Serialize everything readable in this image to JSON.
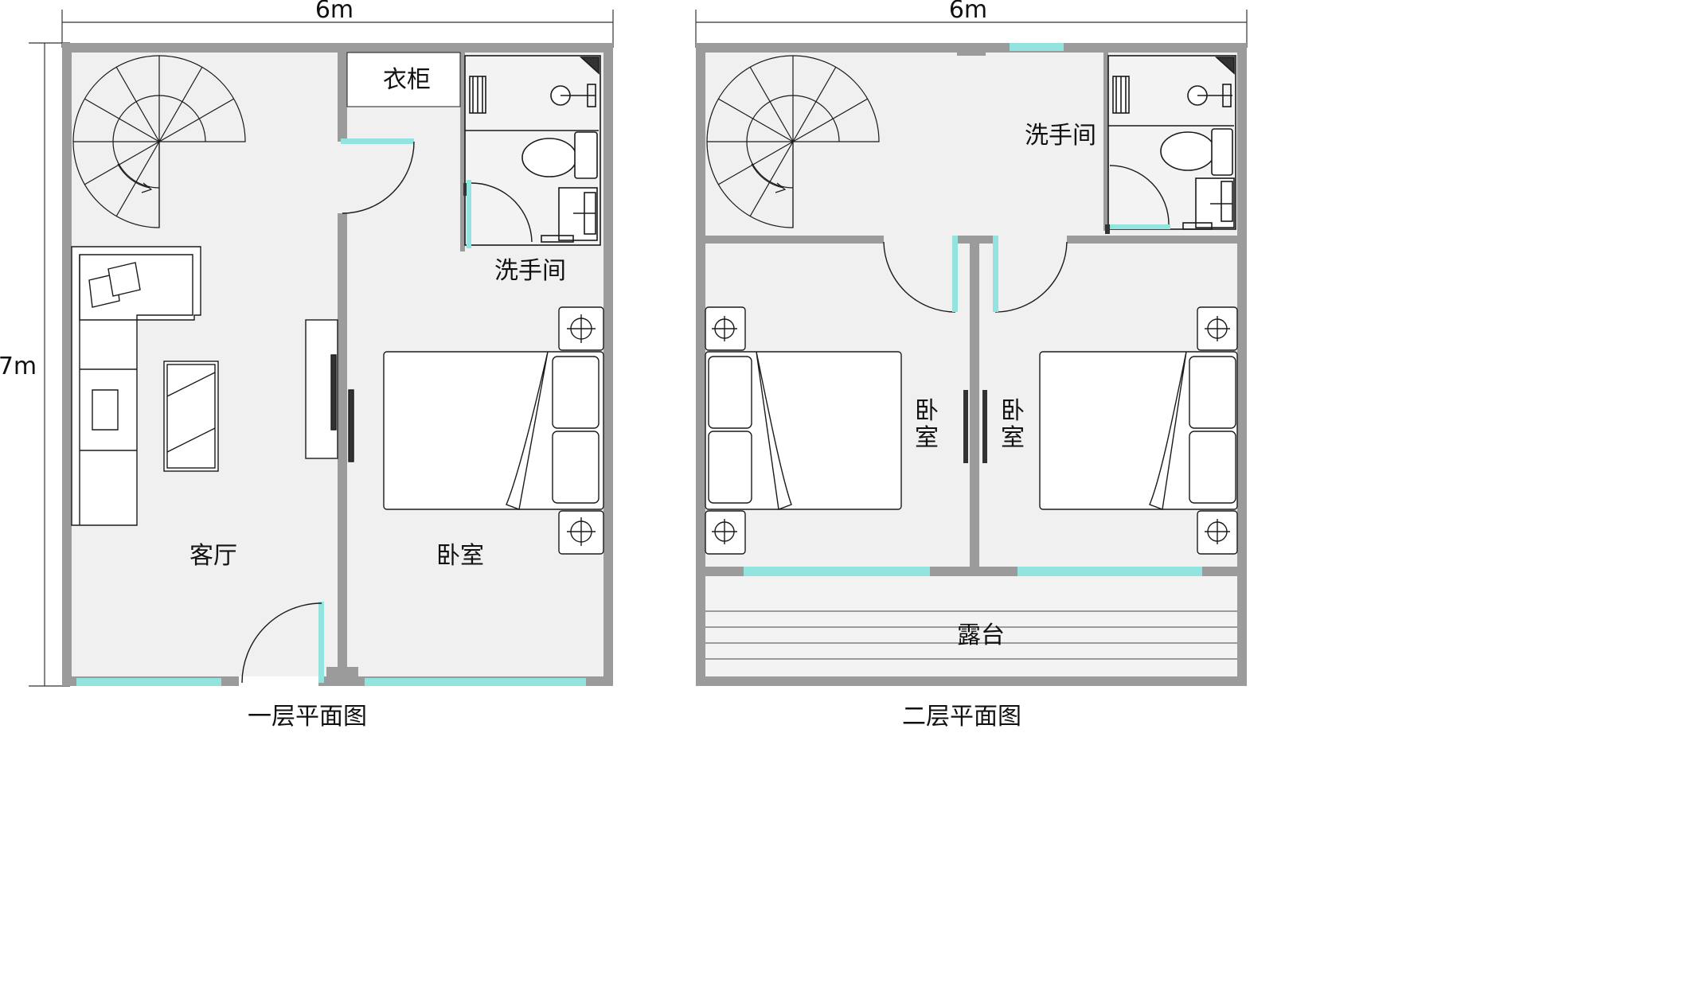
{
  "colors": {
    "wall": "#9b9b9b",
    "floor": "#f0f0f0",
    "window": "#93e4df",
    "line": "#1a1a1a"
  },
  "floor1": {
    "width_label": "6m",
    "height_label": "7m",
    "caption": "一层平面图",
    "rooms": {
      "wardrobe": "衣柜",
      "bathroom": "洗手间",
      "living": "客厅",
      "bedroom": "卧室"
    }
  },
  "floor2": {
    "width_label": "6m",
    "caption": "二层平面图",
    "rooms": {
      "bathroom": "洗手间",
      "bedroom_left_1": "卧",
      "bedroom_left_2": "室",
      "bedroom_right_1": "卧",
      "bedroom_right_2": "室",
      "terrace": "露台"
    }
  },
  "icons": [
    "spiral-stair-icon",
    "sofa-icon",
    "pillow-icon",
    "coffee-table-icon",
    "tv-icon",
    "double-bed-icon",
    "nightstand-lamp-icon",
    "toilet-icon",
    "sink-icon",
    "shower-icon",
    "towel-rack-icon",
    "door-swing-icon",
    "window-icon"
  ]
}
